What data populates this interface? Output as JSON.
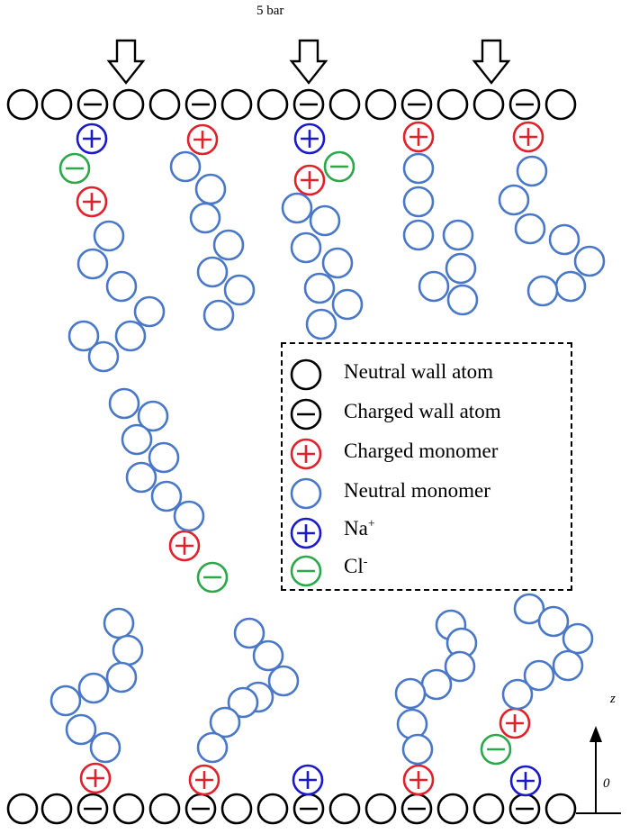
{
  "pressure_label": "5 bar",
  "axis": {
    "z_label": "z",
    "origin_label": "0"
  },
  "colors": {
    "wall": "#000000",
    "charged_monomer": "#e0202a",
    "neutral_monomer": "#4a78c8",
    "na": "#1a1acc",
    "cl": "#2aa84a"
  },
  "legend": [
    {
      "label": "Neutral wall atom",
      "symbol": "neutral-wall"
    },
    {
      "label": "Charged wall atom",
      "symbol": "charged-wall"
    },
    {
      "label": "Charged monomer",
      "symbol": "charged-monomer"
    },
    {
      "label": "Neutral monomer",
      "symbol": "neutral-monomer"
    },
    {
      "label": "Na",
      "sup": "+",
      "symbol": "na"
    },
    {
      "label": "Cl",
      "sup": "-",
      "symbol": "cl"
    }
  ]
}
